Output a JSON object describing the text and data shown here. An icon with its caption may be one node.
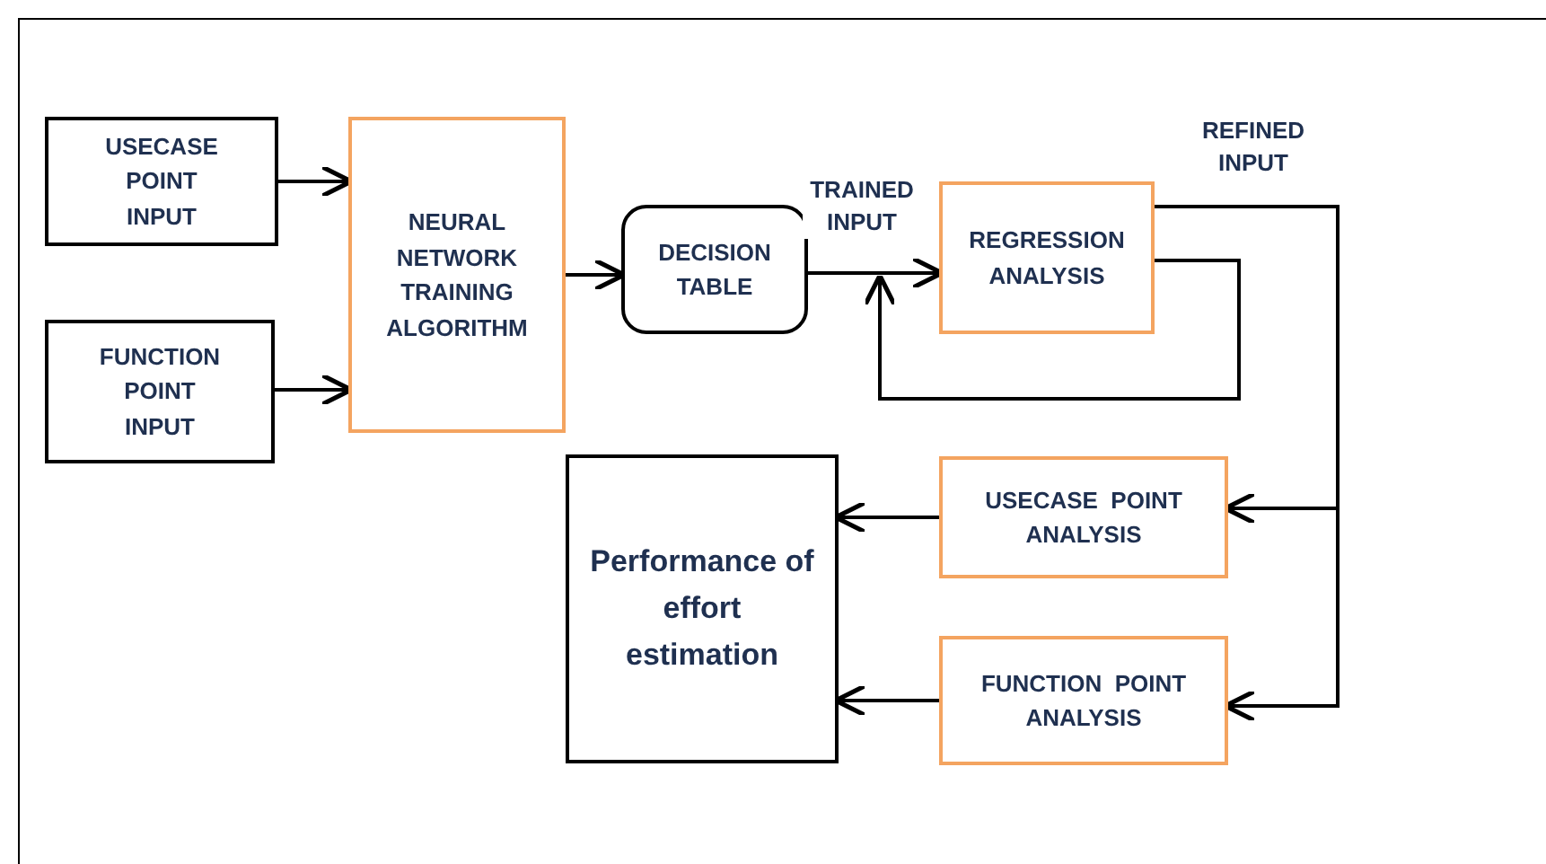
{
  "diagram": {
    "nodes": [
      {
        "text": [
          "USECASE POINT INPUT"
        ]
      },
      {
        "text": [
          "FUNCTION POINT INPUT"
        ]
      },
      {
        "text": [
          "NEURAL NETWORK TRAINING ALGORITHM"
        ]
      },
      {
        "text": [
          "DECISION TABLE"
        ]
      },
      {
        "text": [
          "REGRESSION ANALYSIS"
        ]
      },
      {
        "text": [
          "USECASE  POINT ANALYSIS"
        ]
      },
      {
        "text": [
          "FUNCTION  POINT ANALYSIS"
        ]
      },
      {
        "text": [
          "Performance of effort estimation"
        ]
      }
    ],
    "edges": [
      {
        "from": 0,
        "to": 2,
        "arrow": "to"
      },
      {
        "from": 1,
        "to": 2,
        "arrow": "to"
      },
      {
        "from": 2,
        "to": 3,
        "arrow": "to"
      },
      {
        "from": 3,
        "to": 4,
        "arrow": "to",
        "label": "TRAINED INPUT"
      },
      {
        "from": 4,
        "to": null,
        "arrow": "to"
      },
      {
        "from": 4,
        "to": 5,
        "arrow": "to",
        "label": "REFINED INPUT"
      },
      {
        "from": 4,
        "to": 6,
        "arrow": "to"
      },
      {
        "from": 5,
        "to": 7,
        "arrow": "to"
      },
      {
        "from": 6,
        "to": 7,
        "arrow": "to"
      }
    ]
  }
}
